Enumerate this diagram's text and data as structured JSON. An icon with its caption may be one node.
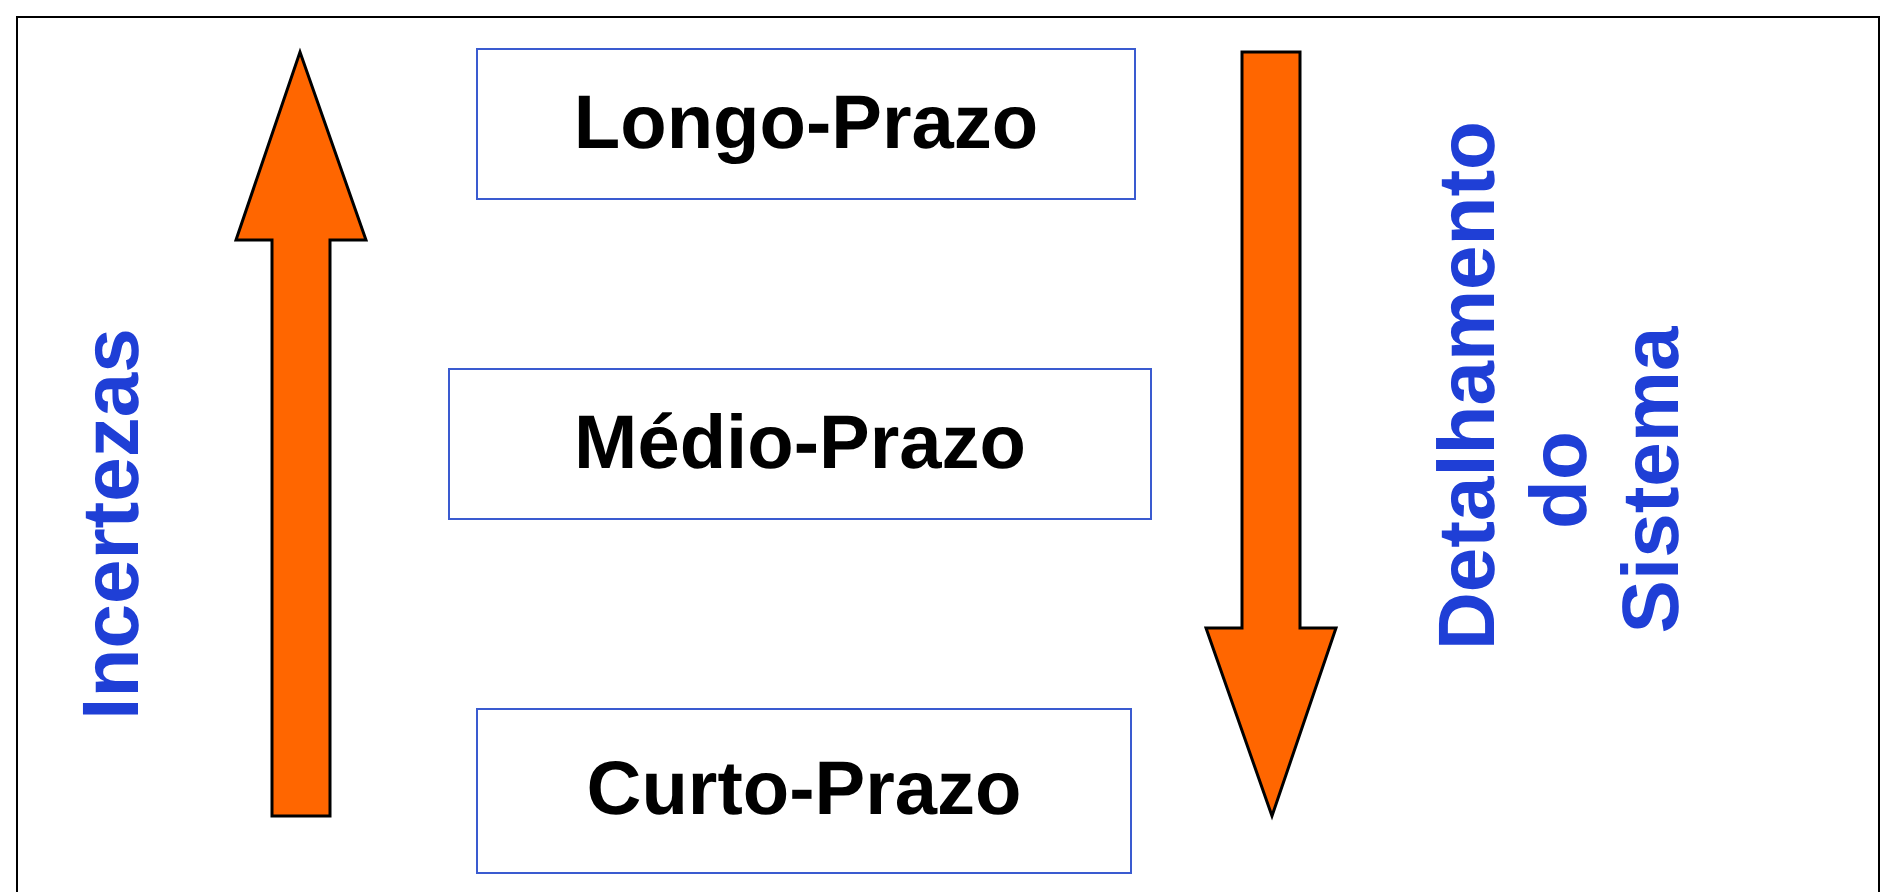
{
  "diagram": {
    "nodes": [
      {
        "text": [
          "Longo-Prazo"
        ]
      },
      {
        "text": [
          "Médio-Prazo"
        ]
      },
      {
        "text": [
          "Curto-Prazo"
        ]
      }
    ],
    "labels": [
      "Incertezas",
      "Detalhamento do Sistema"
    ]
  }
}
